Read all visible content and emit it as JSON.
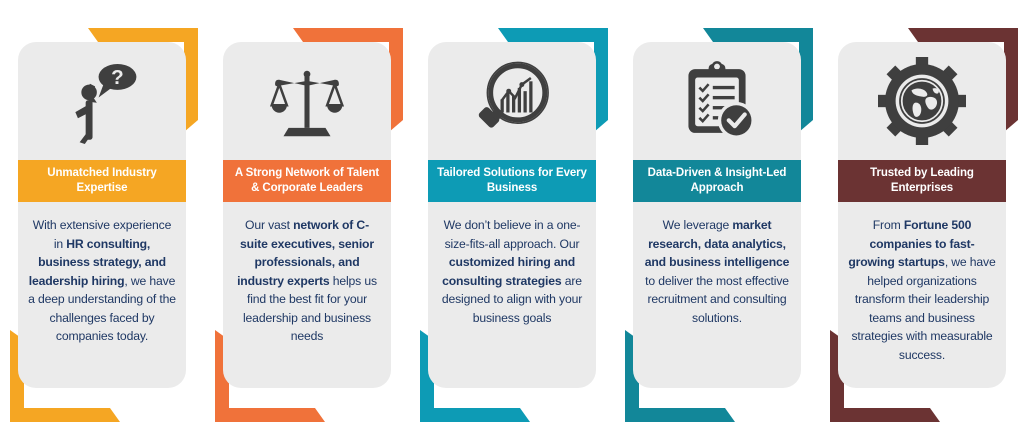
{
  "page": {
    "background": "#ffffff",
    "body_text_color": "#1f3864",
    "panel_color": "#ebebeb"
  },
  "cards": [
    {
      "accent": "#F5A623",
      "icon": "person-question-icon",
      "title": "Unmatched Industry Expertise",
      "body_runs": [
        {
          "text": "With extensive experience in ",
          "bold": false
        },
        {
          "text": "HR consulting, business strategy, and leadership hiring",
          "bold": true
        },
        {
          "text": ", we have a deep understanding of the challenges faced by companies today.",
          "bold": false
        }
      ]
    },
    {
      "accent": "#F0723A",
      "icon": "scales-balance-icon",
      "title": "A Strong Network of Talent & Corporate Leaders",
      "body_runs": [
        {
          "text": "Our vast ",
          "bold": false
        },
        {
          "text": "network of C-suite executives, senior professionals, and industry experts",
          "bold": true
        },
        {
          "text": " helps us find the best fit for your leadership and business needs",
          "bold": false
        }
      ]
    },
    {
      "accent": "#0D9BB5",
      "icon": "magnifier-chart-icon",
      "title": "Tailored Solutions for Every Business",
      "body_runs": [
        {
          "text": "We don’t believe in a one-size-fits-all approach. Our ",
          "bold": false
        },
        {
          "text": "customized hiring and consulting strategies",
          "bold": true
        },
        {
          "text": " are designed to align with your business goals",
          "bold": false
        }
      ]
    },
    {
      "accent": "#128799",
      "icon": "clipboard-check-icon",
      "title": "Data-Driven & Insight-Led Approach",
      "body_runs": [
        {
          "text": "We leverage ",
          "bold": false
        },
        {
          "text": "market research, data analytics, and business intelligence",
          "bold": true
        },
        {
          "text": " to deliver the most effective recruitment and consulting solutions.",
          "bold": false
        }
      ]
    },
    {
      "accent": "#6B3333",
      "icon": "gear-globe-icon",
      "title": "Trusted by Leading Enterprises",
      "body_runs": [
        {
          "text": "From ",
          "bold": false
        },
        {
          "text": "Fortune 500 companies to fast-growing startups",
          "bold": true
        },
        {
          "text": ", we have helped organizations transform their leadership teams and business strategies with measurable success.",
          "bold": false
        }
      ]
    }
  ]
}
